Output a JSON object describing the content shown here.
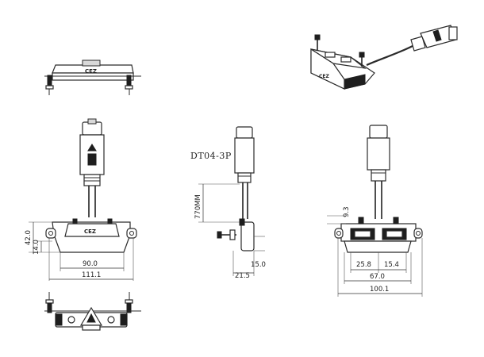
{
  "labels": {
    "connector": "DT04-3P",
    "brand": "CEZ",
    "cable_length": "770MM"
  },
  "dimensions": {
    "front_height": "42.0",
    "front_step": "14.0",
    "front_body_width": "90.0",
    "front_total_width": "111.1",
    "side_height": "15.0",
    "side_width": "21.5",
    "rear_top": "9.3",
    "rear_slot_left": "25.8",
    "rear_slot_right": "15.4",
    "rear_body_width": "67.0",
    "rear_total_width": "100.1"
  }
}
